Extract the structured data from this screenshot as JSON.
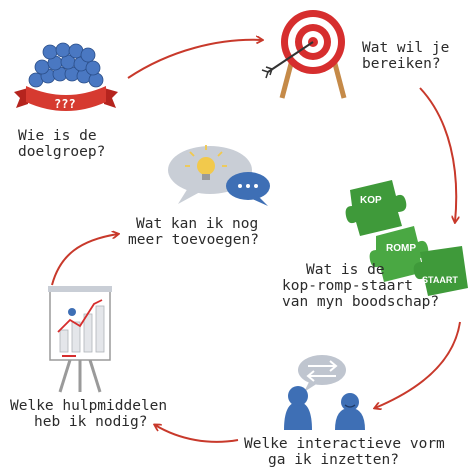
{
  "colors": {
    "arrow": "#c8392b",
    "target_red": "#d62e2e",
    "puzzle_green": "#3f9a3a",
    "people_blue": "#3e6fb5",
    "bubble_grey": "#c9ced6",
    "bulb_yellow": "#f2c94c"
  },
  "steps": {
    "audience": {
      "line1": "Wie is de",
      "line2": "doelgroep?"
    },
    "goal": {
      "line1": "Wat wil je",
      "line2": "bereiken?"
    },
    "structure": {
      "line1": "Wat is de",
      "line2": "kop-romp-staart",
      "line3": "van myn boodschap?"
    },
    "interaction": {
      "line1": "Welke interactieve vorm",
      "line2": "ga ik inzetten?"
    },
    "resources": {
      "line1": "Welke hulpmiddelen",
      "line2": "heb ik nodig?"
    },
    "extra": {
      "line1": "Wat kan ik nog",
      "line2": "meer toevoegen?"
    }
  },
  "crowd_banner_text": "???",
  "puzzle": {
    "piece1": "KOP",
    "piece2": "ROMP",
    "piece3": "STAART"
  },
  "icons": {
    "audience": "crowd-icon",
    "goal": "target-icon",
    "structure": "puzzle-icon",
    "interaction": "discussion-icon",
    "resources": "flipchart-icon",
    "extra": "idea-bubble-icon"
  }
}
